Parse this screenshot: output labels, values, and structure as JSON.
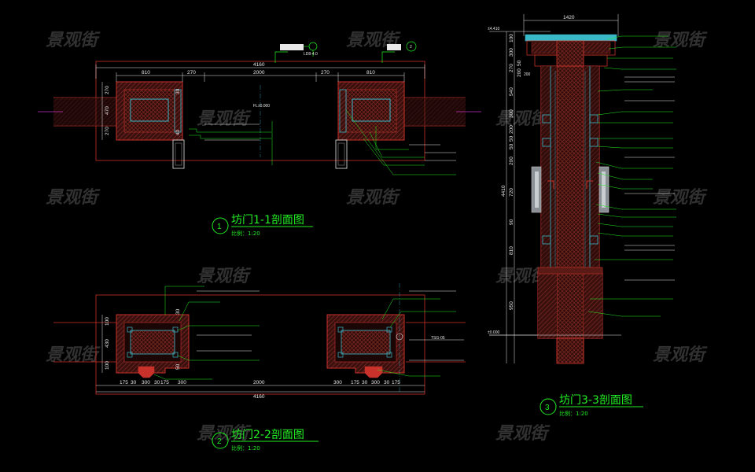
{
  "watermark": "景观街",
  "colors": {
    "background": "#000000",
    "outline": "#c8322a",
    "hatch": "#7a2a24",
    "cyan": "#39b8c8",
    "green": "#22ee22",
    "white": "#e8e8e8",
    "magenta": "#c030c0"
  },
  "section1": {
    "number": "1",
    "title": "坊门1-1剖面图",
    "scale": "比例：1:20",
    "top_dims": [
      "810",
      "270",
      "2000",
      "270",
      "810"
    ],
    "overall_dim": "4160",
    "left_dims": [
      "270",
      "470",
      "270"
    ],
    "small_dims": [
      "30",
      "40"
    ],
    "level_label": "FL±0.000",
    "ref_tag": "LD8-4.0",
    "ref_number": "2"
  },
  "section2": {
    "number": "2",
    "title": "坊门2-2剖面图",
    "scale": "比例：1:20",
    "bottom_dims": [
      "175",
      "30",
      "300",
      "30",
      "175",
      "300",
      "2000",
      "300",
      "175",
      "30",
      "300",
      "30",
      "175"
    ],
    "overall_dim": "4160",
    "left_dims": [
      "100",
      "430",
      "100"
    ],
    "small_dims": [
      "30",
      "50"
    ],
    "tag": "TSG-05"
  },
  "section3": {
    "number": "3",
    "title": "坊门3-3剖面图",
    "scale": "比例：1:20",
    "top_dim": "1420",
    "top_level": "±4.410",
    "bottom_level": "±0.000",
    "overall_dim": "4410",
    "left_dims": [
      "100",
      "300",
      "270",
      "50",
      "200",
      "540",
      "300",
      "200",
      "50",
      "50",
      "200",
      "720",
      "90",
      "810",
      "950"
    ],
    "sub_dim": "200"
  }
}
